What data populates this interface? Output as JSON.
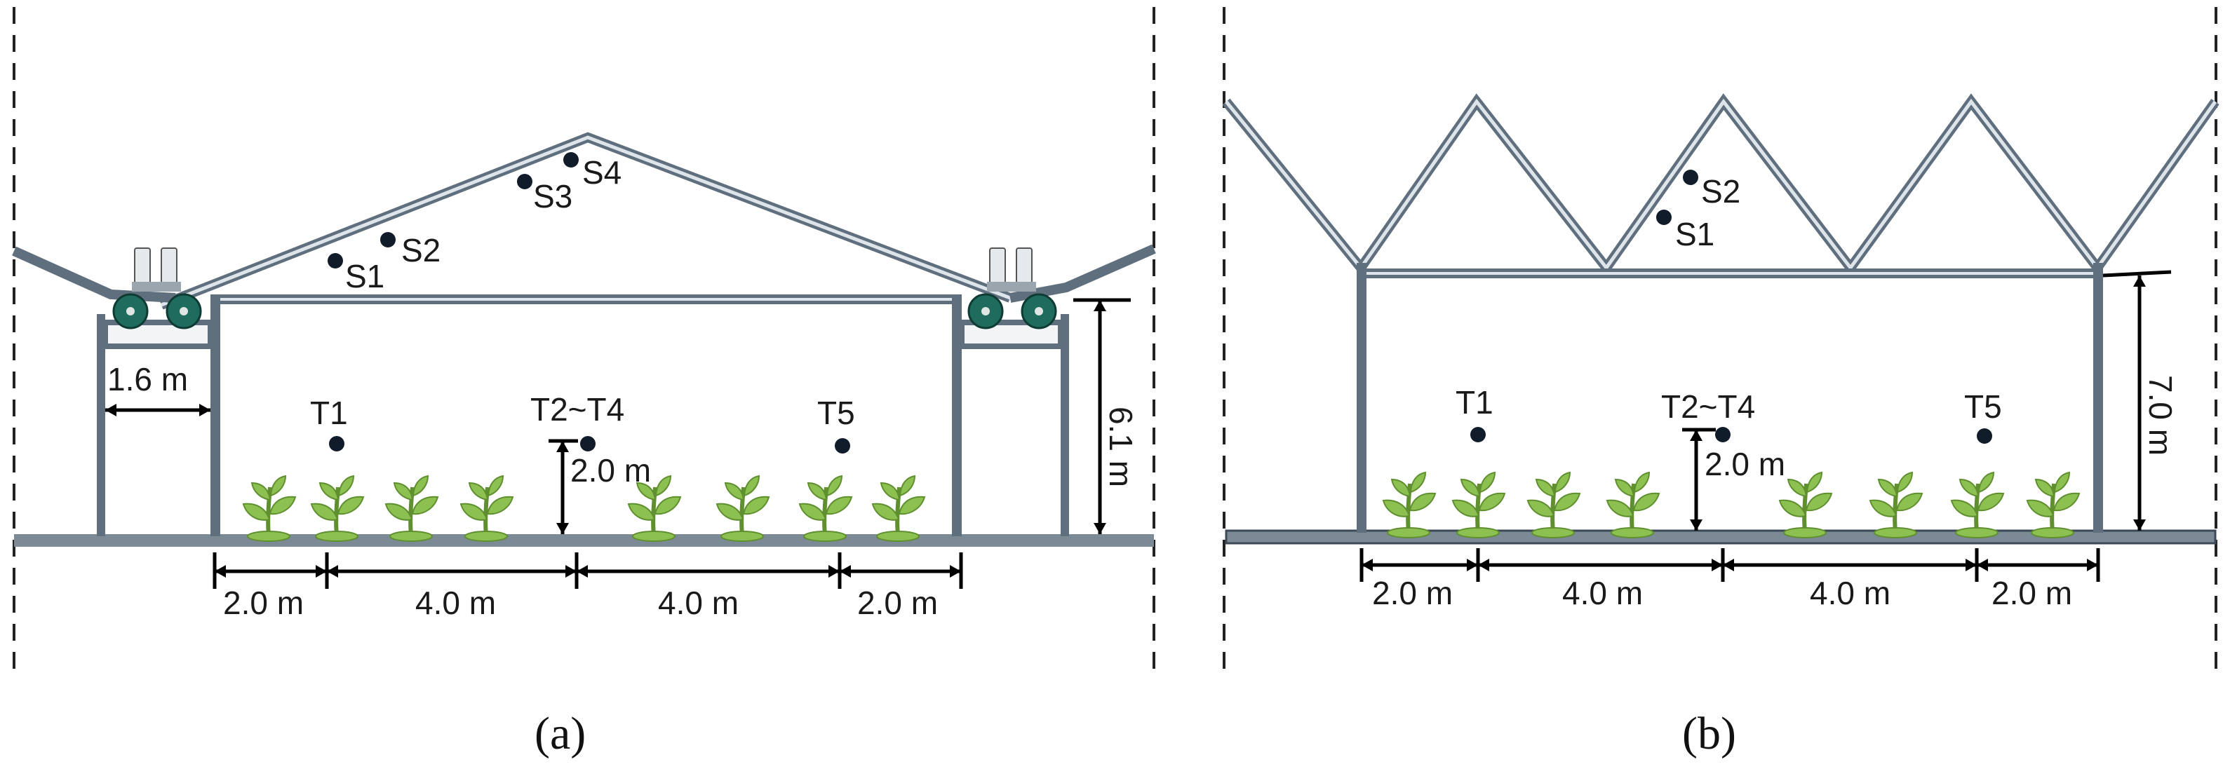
{
  "panels": [
    {
      "id": "a",
      "caption": "(a)",
      "sensors_s": [
        "S1",
        "S2",
        "S3",
        "S4"
      ],
      "sensors_t": [
        "T1",
        "T2~T4",
        "T5"
      ],
      "spans": [
        "2.0 m",
        "4.0 m",
        "4.0 m",
        "2.0 m"
      ],
      "height_label": "6.1 m",
      "sensor_height_label": "2.0 m",
      "corridor_label": "1.6 m"
    },
    {
      "id": "b",
      "caption": "(b)",
      "sensors_s": [
        "S1",
        "S2"
      ],
      "sensors_t": [
        "T1",
        "T2~T4",
        "T5"
      ],
      "spans": [
        "2.0 m",
        "4.0 m",
        "4.0 m",
        "2.0 m"
      ],
      "height_label": "7.0 m",
      "sensor_height_label": "2.0 m"
    }
  ],
  "colors": {
    "frame": "#5f6f7d",
    "frame_highlight": "#dde4ea",
    "floor": "#7b8a95",
    "plant": "#8cc152",
    "plant_dark": "#5f8f2e",
    "sensor": "#111c2b",
    "vent_dark": "#1f6b5e",
    "vent_light": "#e6e9ec"
  },
  "icons": [
    "plant-icon",
    "sensor-dot-icon",
    "roof-vent-motor-icon"
  ]
}
